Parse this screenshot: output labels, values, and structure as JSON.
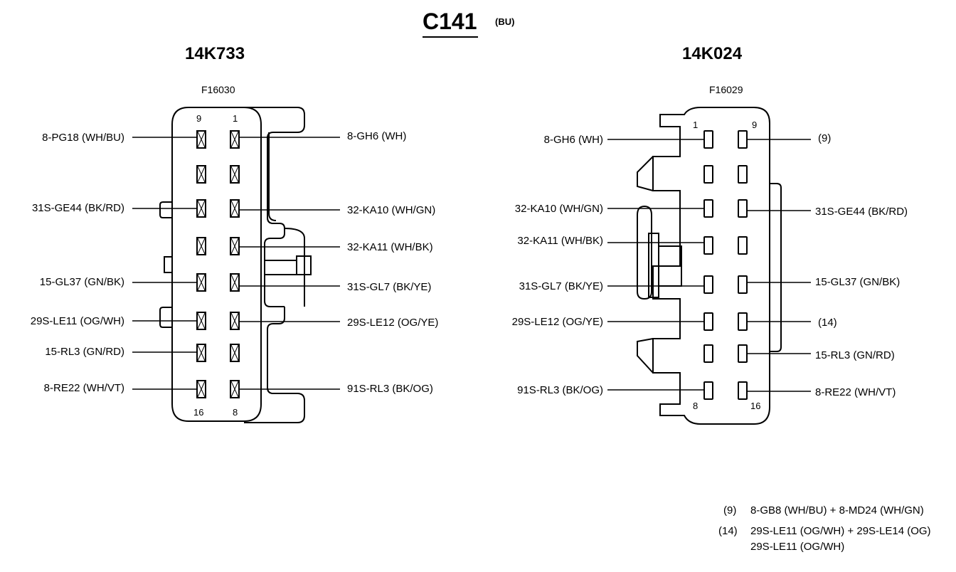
{
  "title": {
    "code": "C141",
    "color_code": "(BU)"
  },
  "left_connector": {
    "name": "14K733",
    "part_no": "F16030",
    "pin_numbers": {
      "top_left": "9",
      "top_right": "1",
      "bottom_left": "16",
      "bottom_right": "8"
    },
    "wires_left": [
      "8-PG18 (WH/BU)",
      "31S-GE44 (BK/RD)",
      "15-GL37 (GN/BK)",
      "29S-LE11 (OG/WH)",
      "15-RL3 (GN/RD)",
      "8-RE22 (WH/VT)"
    ],
    "wires_right": [
      "8-GH6 (WH)",
      "32-KA10 (WH/GN)",
      "32-KA11 (WH/BK)",
      "31S-GL7 (BK/YE)",
      "29S-LE12 (OG/YE)",
      "91S-RL3 (BK/OG)"
    ]
  },
  "right_connector": {
    "name": "14K024",
    "part_no": "F16029",
    "pin_numbers": {
      "top_left": "1",
      "top_right": "9",
      "bottom_left": "8",
      "bottom_right": "16"
    },
    "wires_left": [
      "8-GH6 (WH)",
      "32-KA10 (WH/GN)",
      "32-KA11 (WH/BK)",
      "31S-GL7 (BK/YE)",
      "29S-LE12 (OG/YE)",
      "91S-RL3 (BK/OG)"
    ],
    "wires_right": [
      "(9)",
      "31S-GE44 (BK/RD)",
      "15-GL37 (GN/BK)",
      "(14)",
      "15-RL3 (GN/RD)",
      "8-RE22 (WH/VT)"
    ]
  },
  "notes": [
    {
      "ref": "(9)",
      "lines": [
        "8-GB8 (WH/BU) + 8-MD24 (WH/GN)"
      ]
    },
    {
      "ref": "(14)",
      "lines": [
        "29S-LE11 (OG/WH) + 29S-LE14 (OG)",
        "29S-LE11 (OG/WH)"
      ]
    }
  ]
}
